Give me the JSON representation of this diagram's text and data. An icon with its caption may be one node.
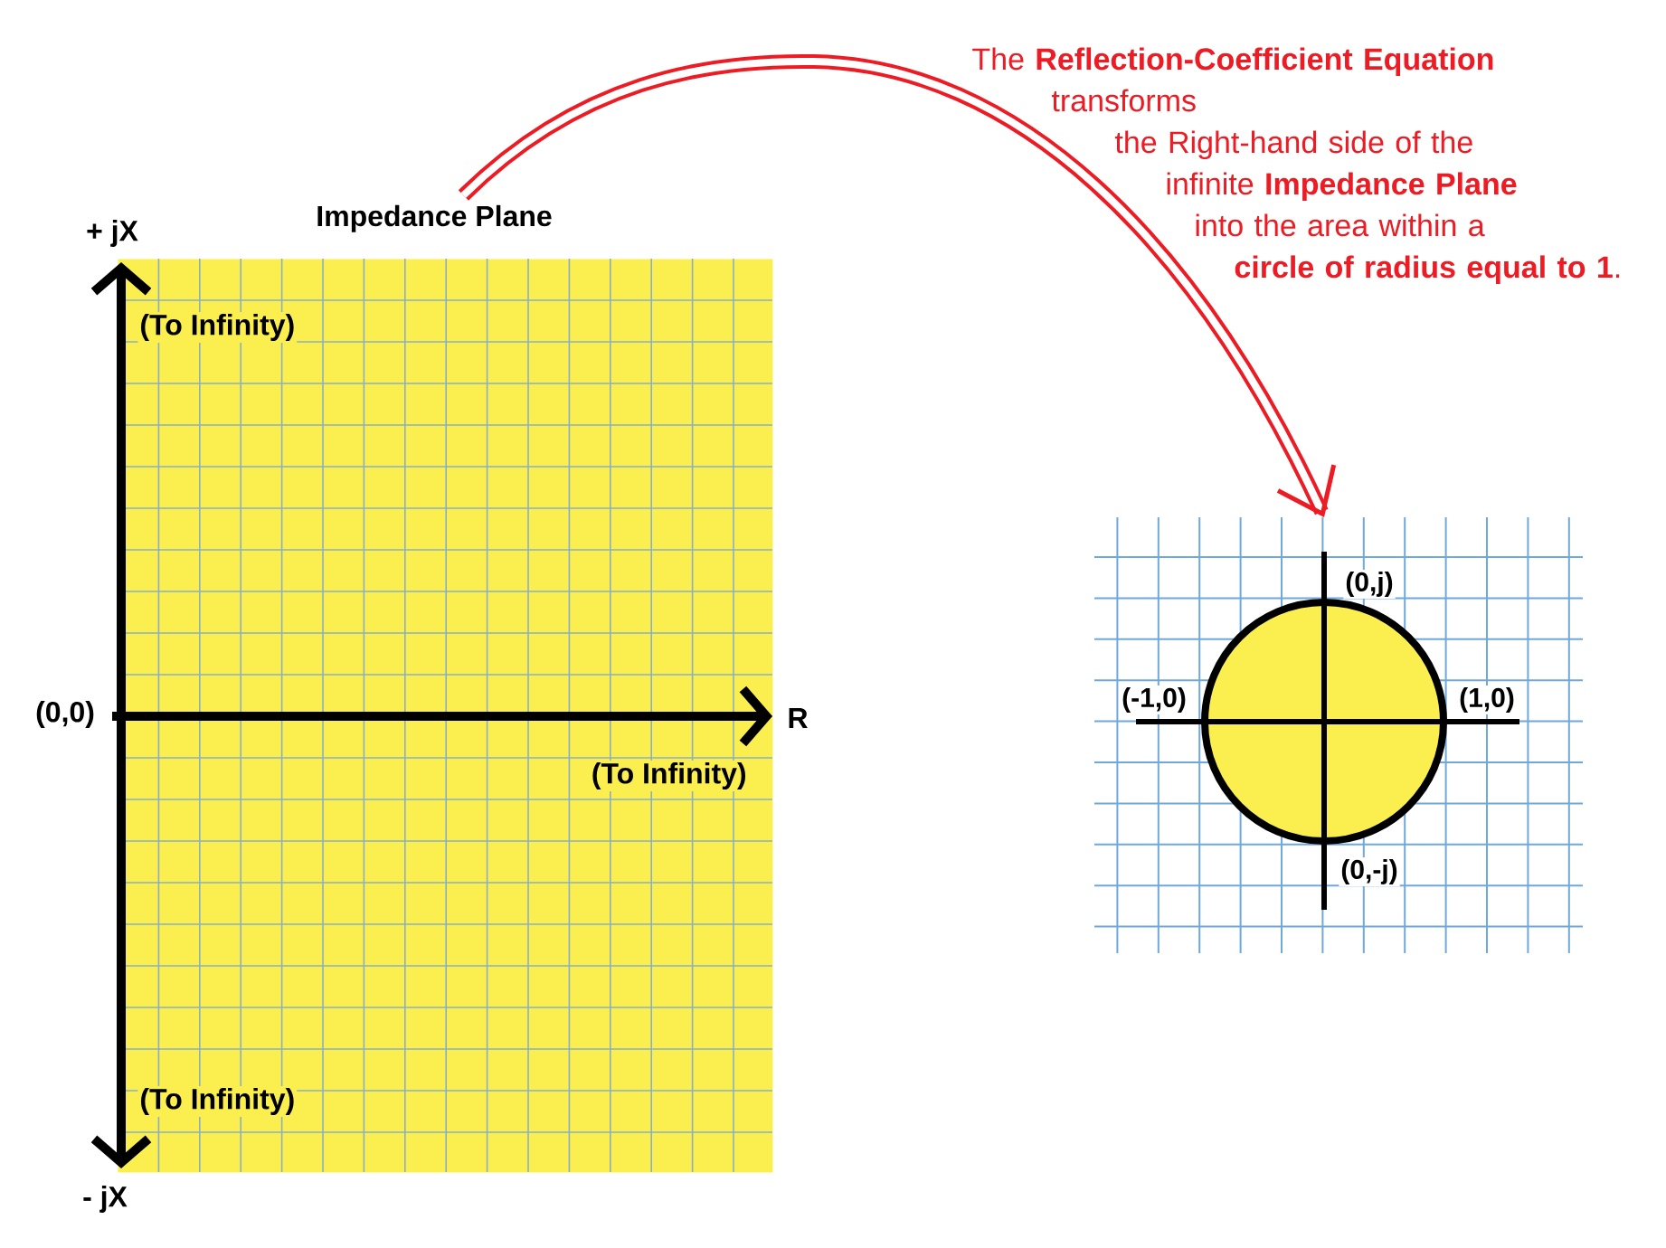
{
  "diagram": {
    "nodes": [
      {
        "text": [
          "Impedance Plane"
        ]
      },
      {
        "text": [],
        "shape": "box"
      },
      {
        "text": [],
        "shape": "circle",
        "in": 1,
        "beside": [
          "(0,j)",
          "(-1,0)",
          "(1,0)",
          "(0,-j)"
        ]
      }
    ],
    "edges": [
      {
        "from": 0,
        "to": 1,
        "arrow": "to",
        "color": "#ed1c24"
      }
    ],
    "labels": [
      "The **Reflection-Coefficient Equation** transforms the Right-hand side of the infinite **Impedance Plane** into the area within a **circle of radius equal to 1**.",
      "+ jX",
      "(To Infinity)",
      "(0,0)",
      "R",
      "(To Infinity)",
      "(To Infinity)",
      "- jX"
    ]
  }
}
